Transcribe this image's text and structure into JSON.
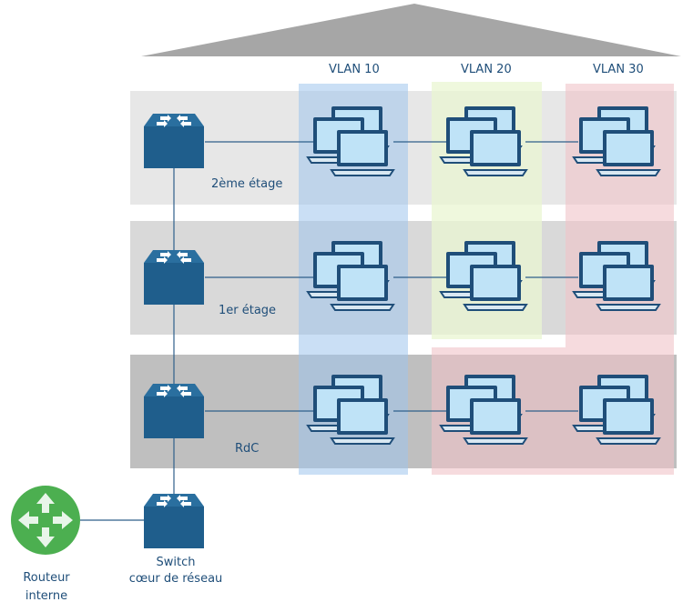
{
  "vlans": [
    {
      "label": "VLAN 10",
      "color": "#bcd6ee"
    },
    {
      "label": "VLAN 20",
      "color": "#e3efcf"
    },
    {
      "label": "VLAN 30",
      "color": "#f2d3d6"
    }
  ],
  "floors": [
    {
      "label": "2ème étage",
      "shade": "#e7e7e7"
    },
    {
      "label": "1er étage",
      "shade": "#d9d9d9"
    },
    {
      "label": "RdC",
      "shade": "#bfbfbf"
    }
  ],
  "devices": {
    "core_switch_label_1": "Switch",
    "core_switch_label_2": "cœur de réseau",
    "router_label_1": "Routeur",
    "router_label_2": "interne"
  },
  "colors": {
    "switch": "#1f5e8c",
    "switch_top": "#2a6f9f",
    "router": "#4caf50",
    "roof": "#a6a6a6",
    "label_text": "#1f4e79",
    "laptop_frame": "#1f4e79",
    "laptop_screen": "#bfe3f7"
  }
}
